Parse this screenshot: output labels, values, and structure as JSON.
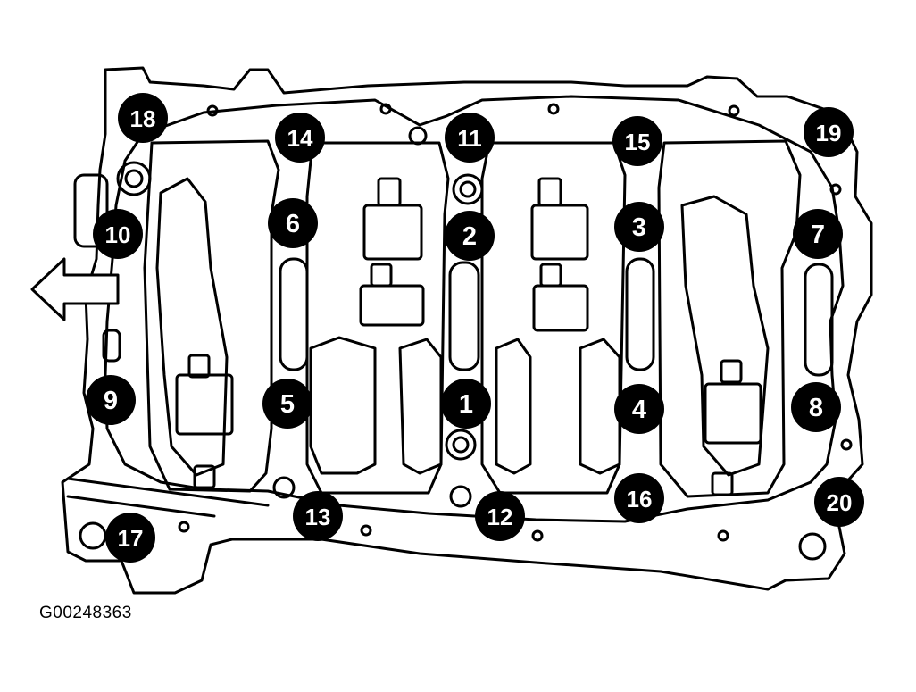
{
  "figure_id": "G00248363",
  "bolt_labels": [
    "1",
    "2",
    "3",
    "4",
    "5",
    "6",
    "7",
    "8",
    "9",
    "10",
    "11",
    "12",
    "13",
    "14",
    "15",
    "16",
    "17",
    "18",
    "19",
    "20"
  ],
  "colors": {
    "ink": "#000000",
    "paper": "#ffffff"
  },
  "icons": {
    "direction_arrow": "arrow-left-icon"
  }
}
